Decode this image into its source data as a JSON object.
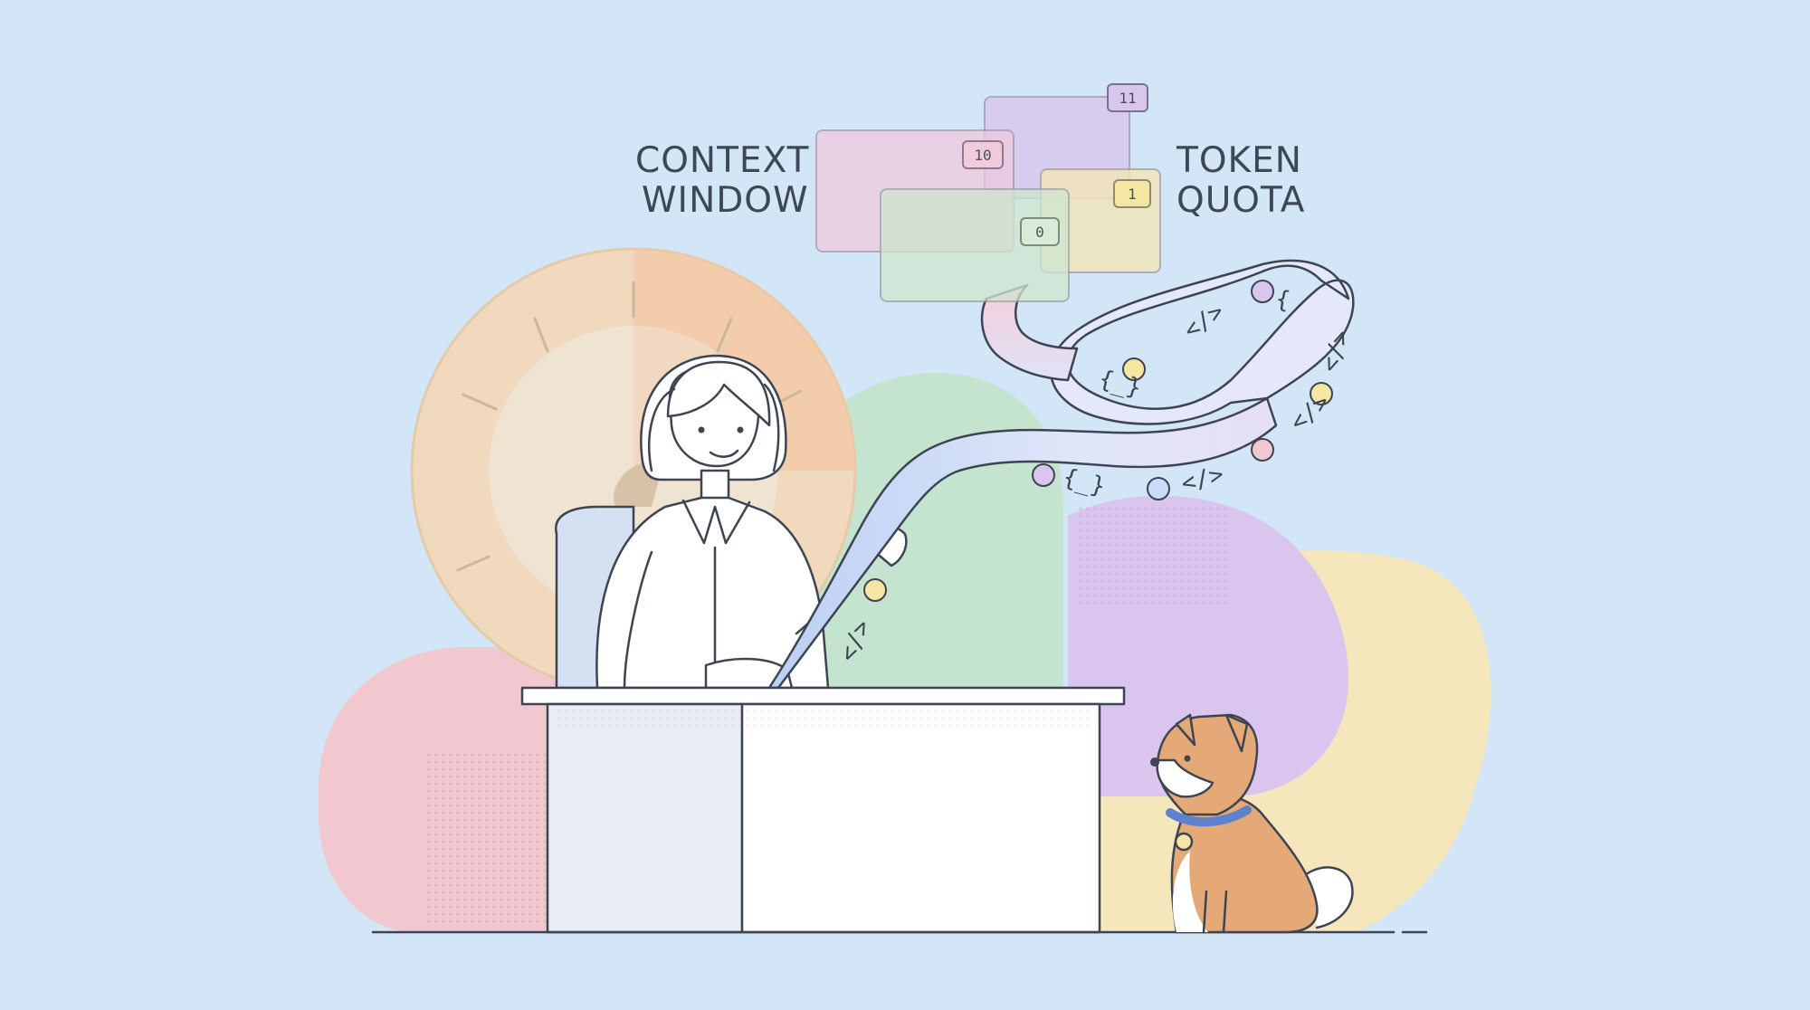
{
  "labels": {
    "left_line1": "CONTEXT",
    "left_line2": "WINDOW",
    "right_line1": "TOKEN",
    "right_line2": "QUOTA"
  },
  "cards": [
    {
      "number": "10",
      "color": "#efc9e0"
    },
    {
      "number": "11",
      "color": "#d7c6ef"
    },
    {
      "number": "1",
      "color": "#f4e6b8"
    },
    {
      "number": "0",
      "color": "#cfe6cf"
    }
  ],
  "ribbon_glyphs": [
    "</>",
    "{",
    "</>",
    "{_}",
    "</>",
    "{_}",
    "</>",
    "</>"
  ],
  "colors": {
    "background": "#d3e6f7",
    "pink_blob": "#f2c7cf",
    "green_blob": "#c4e4cf",
    "purple_blob": "#d9c5ee",
    "yellow_blob": "#f5e6bb",
    "gauge": "#f1d9bd",
    "ribbon": "#c9dbf6",
    "dog": "#e5a877",
    "collar": "#5f82cf"
  }
}
